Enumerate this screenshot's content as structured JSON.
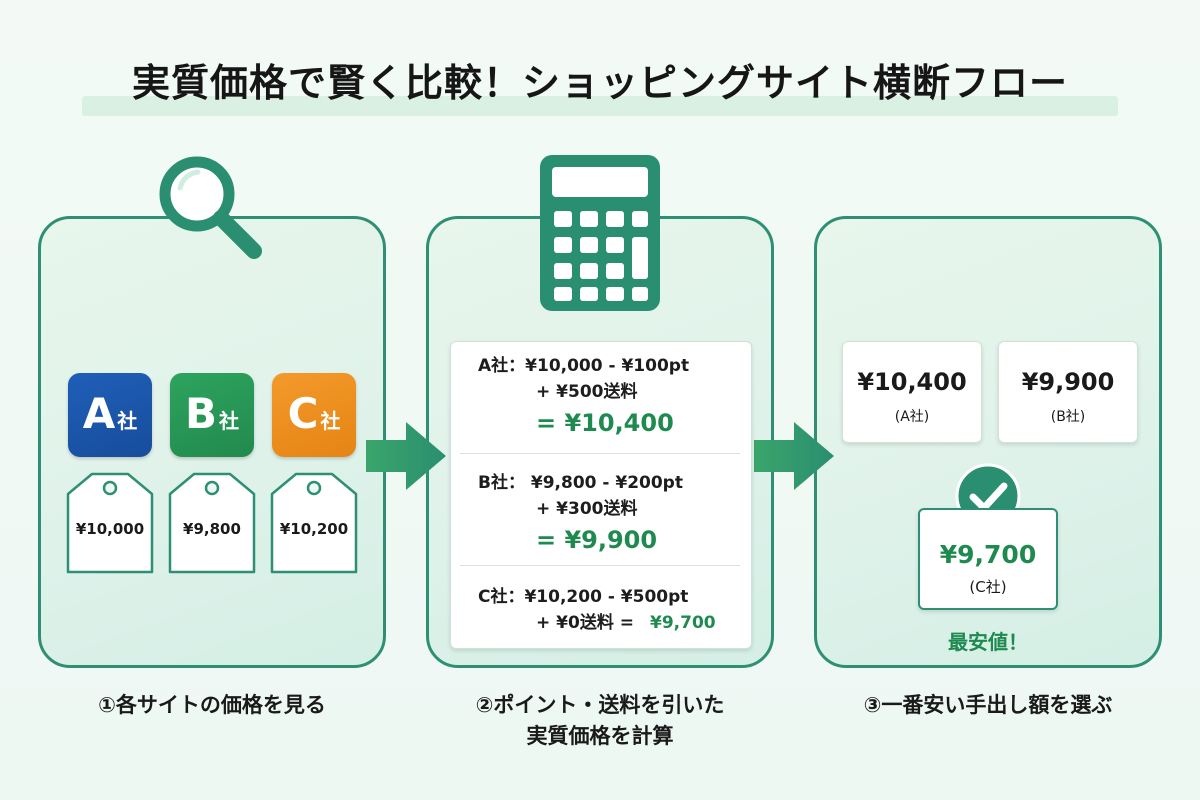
{
  "title": "実質価格で賢く比較！ショッピングサイト横断フロー",
  "colors": {
    "accent": "#2e8f74",
    "highlight_green": "#1f8a4f",
    "company_a": "#1f5fb8",
    "company_b": "#2ea35f",
    "company_c": "#f39a2b"
  },
  "steps": [
    {
      "icon": "magnifying-glass-icon",
      "label": "①各サイトの価格を見る"
    },
    {
      "icon": "calculator-icon",
      "label_line1": "②ポイント・送料を引いた",
      "label_line2": "実質価格を計算"
    },
    {
      "icon": "checkmark-icon",
      "label": "③一番安い手出し額を選ぶ"
    }
  ],
  "step1": {
    "companies": [
      {
        "letter": "A",
        "suffix": "社",
        "price": "¥10,000"
      },
      {
        "letter": "B",
        "suffix": "社",
        "price": "¥9,800"
      },
      {
        "letter": "C",
        "suffix": "社",
        "price": "¥10,200"
      }
    ]
  },
  "step2": {
    "rows": [
      {
        "line1": "A社：¥10,000 - ¥100pt",
        "line2": "+ ¥500送料",
        "result": "= ¥10,400"
      },
      {
        "line1": "B社： ¥9,800 - ¥200pt",
        "line2": "+ ¥300送料",
        "result": "= ¥9,900"
      },
      {
        "line1": "C社：¥10,200 - ¥500pt",
        "line2": "+ ¥0送料 =",
        "result": "¥9,700"
      }
    ]
  },
  "step3": {
    "options": [
      {
        "price": "¥10,400",
        "company": "(A社)"
      },
      {
        "price": "¥9,900",
        "company": "(B社)"
      }
    ],
    "best": {
      "price": "¥9,700",
      "company": "(C社)",
      "label": "最安値！"
    }
  }
}
